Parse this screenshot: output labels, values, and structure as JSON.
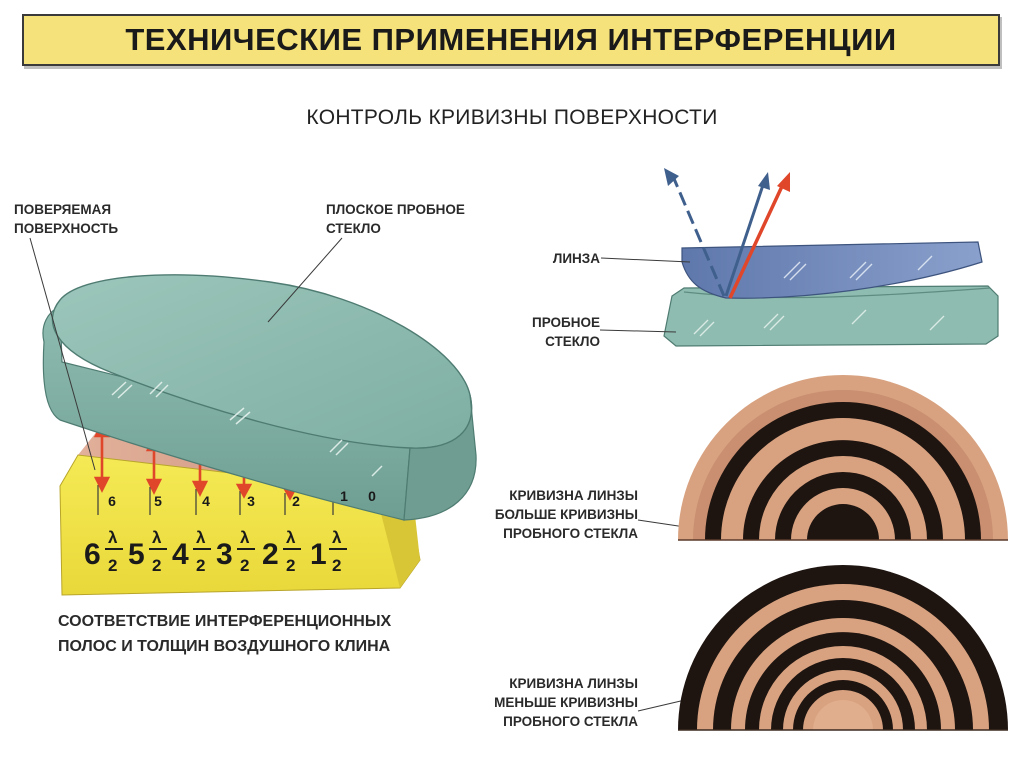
{
  "title": "ТЕХНИЧЕСКИЕ ПРИМЕНЕНИЯ ИНТЕРФЕРЕНЦИИ",
  "subtitle": "КОНТРОЛЬ КРИВИЗНЫ ПОВЕРХНОСТИ",
  "labels": {
    "tested_surface": [
      "ПОВЕРЯЕМАЯ",
      "ПОВЕРХНОСТЬ"
    ],
    "flat_glass": [
      "ПЛОСКОЕ ПРОБНОЕ",
      "СТЕКЛО"
    ],
    "lens": "ЛИНЗА",
    "test_glass": [
      "ПРОБНОЕ",
      "СТЕКЛО"
    ],
    "curvature_greater": [
      "КРИВИЗНА ЛИНЗЫ",
      "БОЛЬШЕ КРИВИЗНЫ",
      "ПРОБНОГО СТЕКЛА"
    ],
    "curvature_less": [
      "КРИВИЗНА ЛИНЗЫ",
      "МЕНЬШЕ КРИВИЗНЫ",
      "ПРОБНОГО СТЕКЛА"
    ]
  },
  "caption": [
    "СООТВЕТСТВИЕ ИНТЕРФЕРЕНЦИОННЫХ",
    "ПОЛОС И ТОЛЩИН ВОЗДУШНОГО КЛИНА"
  ],
  "fringe_numbers": [
    "6",
    "5",
    "4",
    "3",
    "2",
    "1",
    "0"
  ],
  "thickness_marks": [
    {
      "coef": "6",
      "lambda": "λ",
      "den": "2"
    },
    {
      "coef": "5",
      "lambda": "λ",
      "den": "2"
    },
    {
      "coef": "4",
      "lambda": "λ",
      "den": "2"
    },
    {
      "coef": "3",
      "lambda": "λ",
      "den": "2"
    },
    {
      "coef": "2",
      "lambda": "λ",
      "den": "2"
    },
    {
      "coef": "1",
      "lambda": "λ",
      "den": "2"
    }
  ],
  "colors": {
    "title_bg": "#f6e27a",
    "block_yellow": "#f2e64a",
    "glass": "#88b8ac",
    "lens": "#6f86b8",
    "fringe_light": "#d8a280",
    "fringe_dark": "#1e1410",
    "arrow_red": "#e0462a",
    "arrow_blue": "#3f5f8c"
  }
}
